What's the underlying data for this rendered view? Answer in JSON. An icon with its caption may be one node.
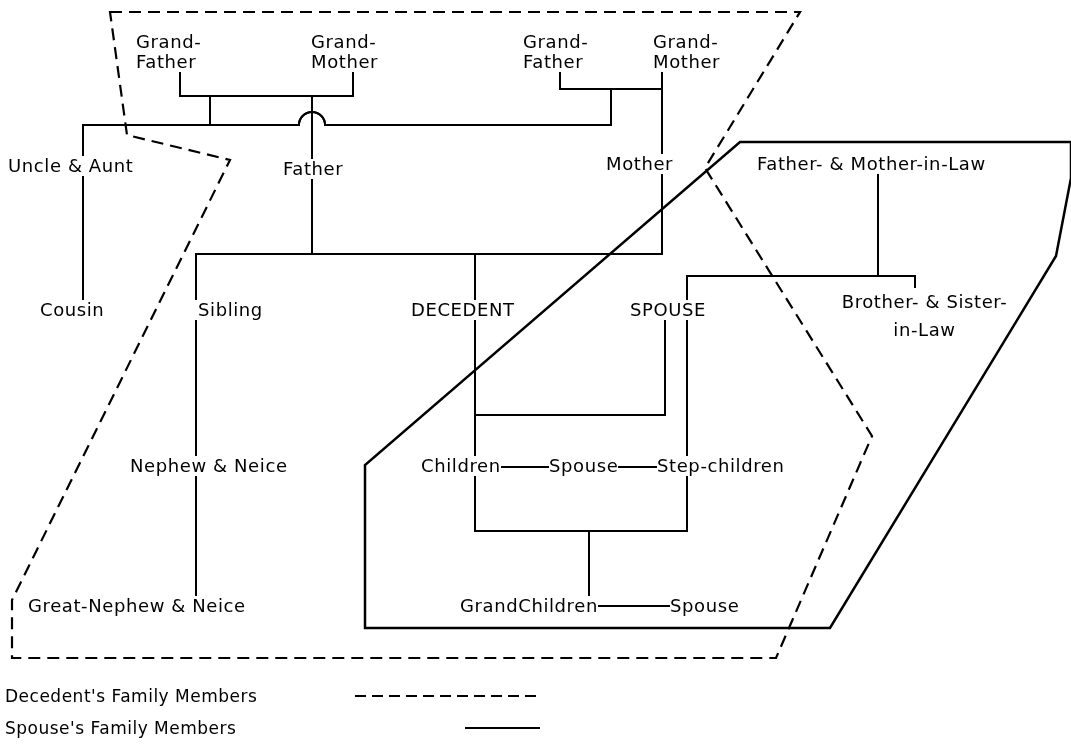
{
  "diagram": {
    "nodes": [
      {
        "text": [
          "Grand- Father"
        ]
      },
      {
        "text": [
          "Grand- Mother"
        ]
      },
      {
        "text": [
          "Grand- Father"
        ]
      },
      {
        "text": [
          "Grand- Mother"
        ]
      },
      {
        "text": [
          "Uncle & Aunt"
        ]
      },
      {
        "text": [
          "Father"
        ]
      },
      {
        "text": [
          "Mother"
        ]
      },
      {
        "text": [
          "Father- & Mother-in-Law"
        ]
      },
      {
        "text": [
          "Cousin"
        ]
      },
      {
        "text": [
          "Sibling"
        ]
      },
      {
        "text": [
          "DECEDENT"
        ]
      },
      {
        "text": [
          "SPOUSE"
        ]
      },
      {
        "text": [
          "Brother- & Sister-in-Law"
        ]
      },
      {
        "text": [
          "Nephew & Neice"
        ]
      },
      {
        "text": [
          "Children"
        ]
      },
      {
        "text": [
          "Spouse"
        ]
      },
      {
        "text": [
          "Step-children"
        ]
      },
      {
        "text": [
          "Great-Nephew & Neice"
        ]
      },
      {
        "text": [
          "GrandChildren"
        ]
      },
      {
        "text": [
          "Spouse"
        ]
      }
    ],
    "edges": [
      {
        "from": 0,
        "to": 5,
        "arrow": "none"
      },
      {
        "from": 1,
        "to": 5,
        "arrow": "none"
      },
      {
        "from": 0,
        "to": 4,
        "arrow": "none"
      },
      {
        "from": 1,
        "to": 4,
        "arrow": "none"
      },
      {
        "from": 2,
        "to": 4,
        "arrow": "none"
      },
      {
        "from": 3,
        "to": 4,
        "arrow": "none"
      },
      {
        "from": 2,
        "to": 6,
        "arrow": "none"
      },
      {
        "from": 3,
        "to": 6,
        "arrow": "none"
      },
      {
        "from": 5,
        "to": 9,
        "arrow": "none"
      },
      {
        "from": 5,
        "to": 10,
        "arrow": "none"
      },
      {
        "from": 6,
        "to": 9,
        "arrow": "none"
      },
      {
        "from": 6,
        "to": 10,
        "arrow": "none"
      },
      {
        "from": 4,
        "to": 8,
        "arrow": "none"
      },
      {
        "from": 9,
        "to": 13,
        "arrow": "none"
      },
      {
        "from": 13,
        "to": 17,
        "arrow": "none"
      },
      {
        "from": 10,
        "to": 14,
        "arrow": "none"
      },
      {
        "from": 11,
        "to": 14,
        "arrow": "none"
      },
      {
        "from": 14,
        "to": 15,
        "arrow": "none"
      },
      {
        "from": 15,
        "to": 16,
        "arrow": "none"
      },
      {
        "from": 11,
        "to": 16,
        "arrow": "none"
      },
      {
        "from": 7,
        "to": 11,
        "arrow": "none"
      },
      {
        "from": 7,
        "to": 12,
        "arrow": "none"
      },
      {
        "from": 14,
        "to": 18,
        "arrow": "none"
      },
      {
        "from": 16,
        "to": 18,
        "arrow": "none"
      },
      {
        "from": 18,
        "to": 19,
        "arrow": "none"
      }
    ],
    "legend": [
      {
        "text": "Decedent's Family Members"
      },
      {
        "text": "Spouse's Family Members"
      }
    ]
  }
}
